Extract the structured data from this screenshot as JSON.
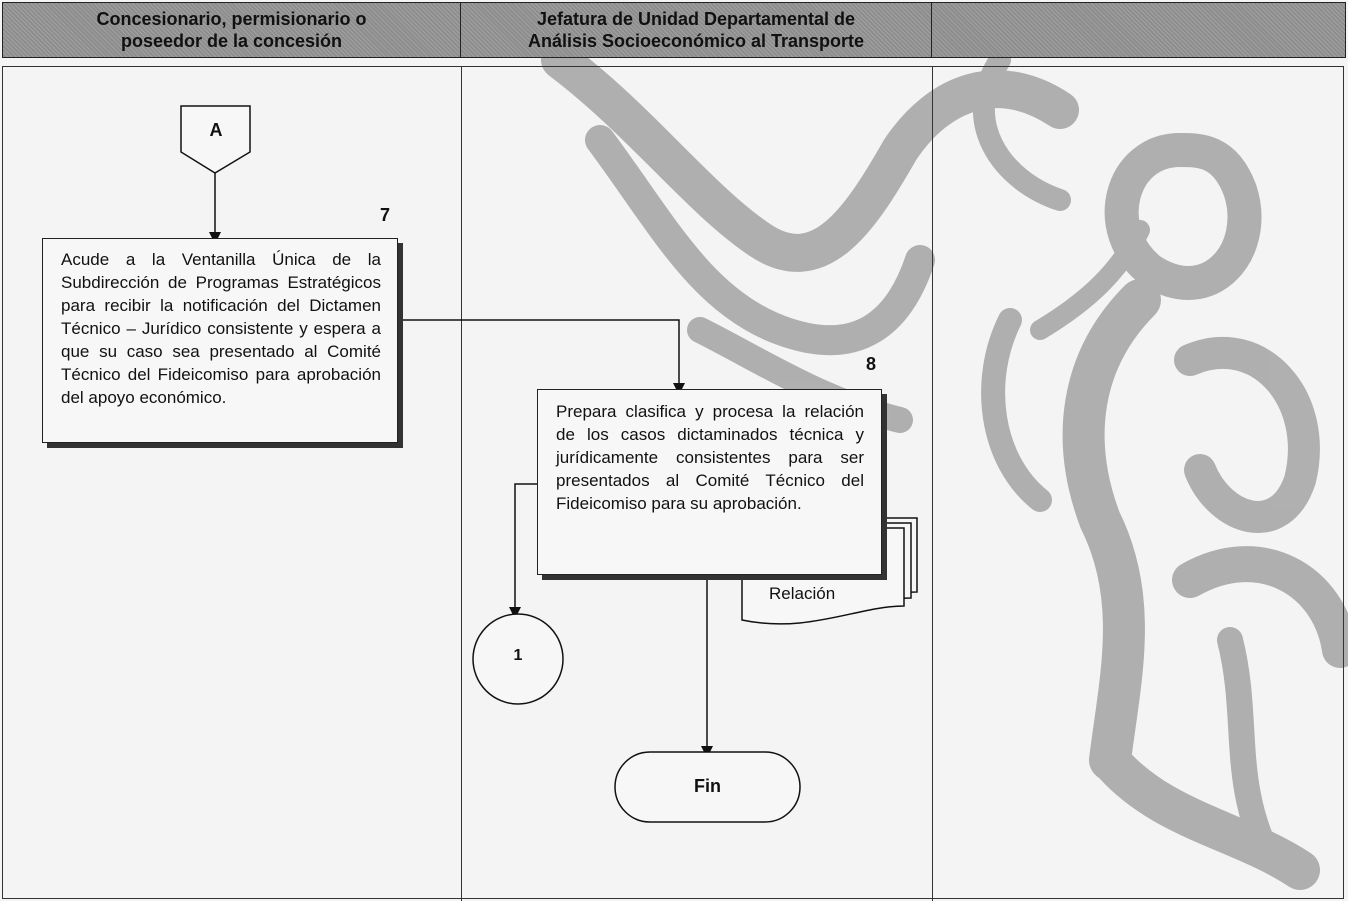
{
  "lanes": [
    {
      "title_line1": "Concesionario, permisionario o",
      "title_line2": "poseedor de la concesión"
    },
    {
      "title_line1": "Jefatura de Unidad Departamental de",
      "title_line2": "Análisis Socioeconómico al Transporte"
    },
    {
      "title_line1": "",
      "title_line2": ""
    }
  ],
  "connector_a": "A",
  "step7": {
    "number": "7",
    "text": "Acude a la Ventanilla Única de la Subdirección de Programas Estratégicos para recibir la notificación del Dictamen Técnico – Jurídico consistente y espera a que su caso sea presentado al Comité Técnico del Fideicomiso para aprobación del apoyo económico."
  },
  "step8": {
    "number": "8",
    "text": "Prepara clasifica y procesa la relación de los casos dictaminados técnica y jurídicamente consistentes para ser presentados al Comité Técnico del Fideicomiso para su aprobación."
  },
  "document_label": "Relación",
  "connector_1": "1",
  "end_label": "Fin",
  "colors": {
    "header_fill": "#8d8d8d",
    "watermark": "#9a9a9a",
    "line": "#222222"
  }
}
